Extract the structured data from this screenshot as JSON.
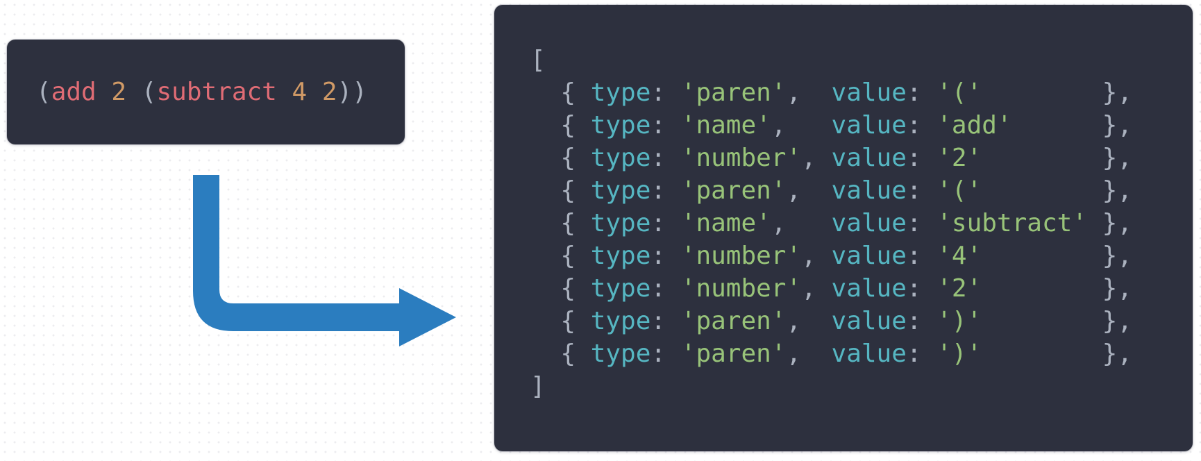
{
  "diagram": {
    "source_panel": {
      "code_text": "(add 2 (subtract 4 2))",
      "segments": [
        {
          "text": "(",
          "role": "punct"
        },
        {
          "text": "add",
          "role": "name"
        },
        {
          "text": " ",
          "role": "punct"
        },
        {
          "text": "2",
          "role": "number"
        },
        {
          "text": " ",
          "role": "punct"
        },
        {
          "text": "(",
          "role": "punct"
        },
        {
          "text": "subtract",
          "role": "name"
        },
        {
          "text": " ",
          "role": "punct"
        },
        {
          "text": "4",
          "role": "number"
        },
        {
          "text": " ",
          "role": "punct"
        },
        {
          "text": "2",
          "role": "number"
        },
        {
          "text": "))",
          "role": "punct"
        }
      ]
    },
    "arrow": {
      "icon": "elbow-arrow-right",
      "color": "#2b7dbf"
    },
    "tokens_panel": {
      "array_open": "[",
      "array_close": "]",
      "indent": "  ",
      "object_open": "{ ",
      "object_close": "},",
      "key_type_label": "type",
      "key_value_label": "value",
      "key_suffix": ": ",
      "quote": "'",
      "comma": ",",
      "tokens": [
        {
          "type": "paren",
          "value": "("
        },
        {
          "type": "name",
          "value": "add"
        },
        {
          "type": "number",
          "value": "2"
        },
        {
          "type": "paren",
          "value": "("
        },
        {
          "type": "name",
          "value": "subtract"
        },
        {
          "type": "number",
          "value": "4"
        },
        {
          "type": "number",
          "value": "2"
        },
        {
          "type": "paren",
          "value": ")"
        },
        {
          "type": "paren",
          "value": ")"
        }
      ]
    },
    "colors": {
      "page_bg": "#ffffff",
      "panel_bg": "#2d303e",
      "punctuation": "#abb2bf",
      "name": "#e06c75",
      "number": "#d19a66",
      "object_key": "#56b6c2",
      "string": "#98c379",
      "arrow": "#2b7dbf"
    }
  }
}
